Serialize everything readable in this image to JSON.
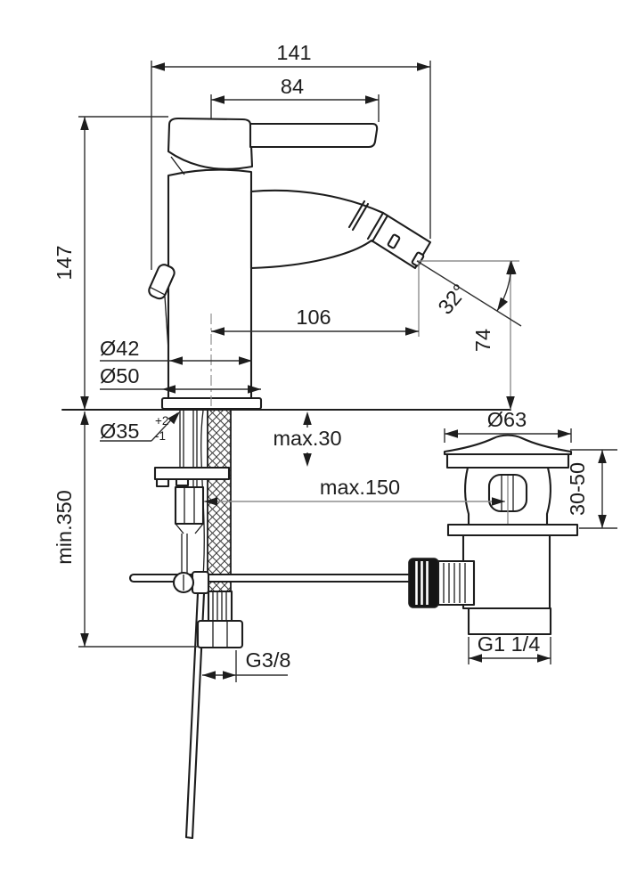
{
  "labels": {
    "total_length": "141",
    "handle_length": "84",
    "height_to_handle": "147",
    "spout_reach": "106",
    "spout_angle": "32°",
    "outlet_height": "74",
    "body_diameter": "Ø42",
    "base_diameter": "Ø50",
    "hole_diameter": "Ø35",
    "hole_tol_plus": "+2",
    "hole_tol_minus": "-1",
    "max_deck_thickness": "max.30",
    "max_rod_reach": "max.150",
    "min_hose_length": "min.350",
    "waste_cap_diameter": "Ø63",
    "waste_height_range": "30-50",
    "waste_thread": "G1 1/4",
    "supply_thread": "G3/8"
  },
  "colors": {
    "outline": "#1d1d1d",
    "dimension": "#2f2f2f",
    "reference": "#8f8f8f",
    "background": "#ffffff"
  }
}
